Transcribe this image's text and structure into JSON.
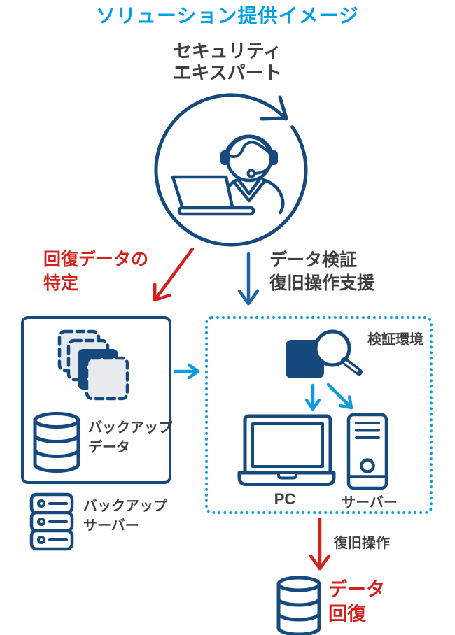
{
  "title": "ソリューション提供イメージ",
  "expert_label": "セキュリティ\nエキスパート",
  "annotations": {
    "recovery_data": "回復データの\n特定",
    "data_verification": "データ検証\n復旧操作支援",
    "recovery_operation": "復旧操作",
    "data_recovery": "データ\n回復"
  },
  "backup_box": {
    "data_label": "バックアップ\nデータ"
  },
  "backup_server_label": "バックアップ\nサーバー",
  "verification_box": {
    "label": "検証環境",
    "pc_label": "PC",
    "server_label": "サーバー"
  },
  "icons": {
    "expert": "person-headset-laptop-icon",
    "cycle": "circular-arrow-icon",
    "backup_stack": "layered-snapshots-icon",
    "backup_database": "database-icon",
    "backup_server": "rack-server-icon",
    "verification": "square-magnifier-icon",
    "pc": "laptop-icon",
    "server": "tower-server-icon",
    "recovered_database": "database-icon"
  },
  "colors": {
    "title": "#00a0e9",
    "navy": "#164a7d",
    "lightblue": "#0f9be0",
    "blue": "#2061a8",
    "red": "#d4211c",
    "text": "#3f3f3f",
    "lightgray": "#e7ebee"
  }
}
